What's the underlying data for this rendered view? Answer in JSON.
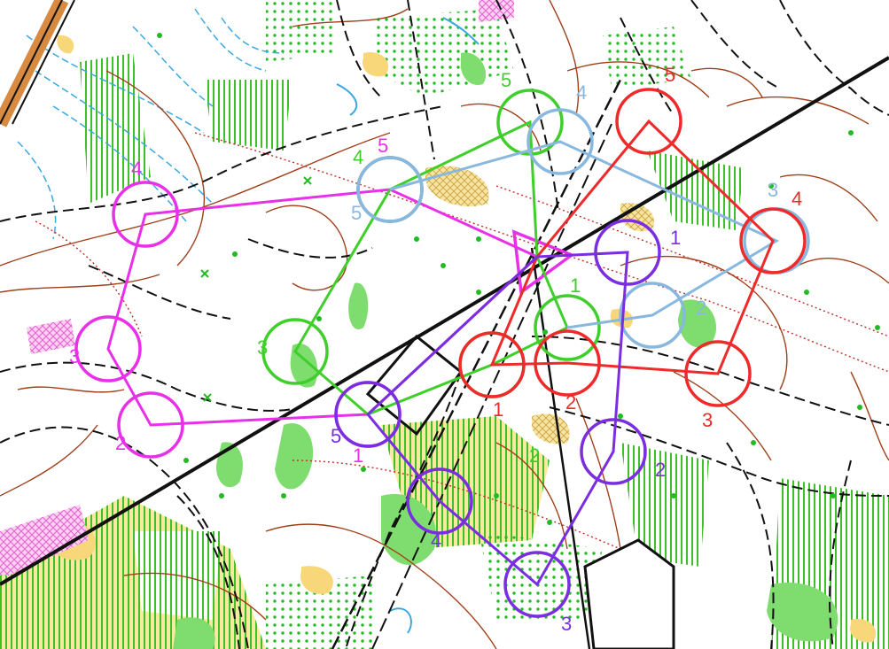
{
  "courses": [
    {
      "name": "",
      "color": "#e830e8",
      "controls": [
        {
          "label": "4"
        },
        {
          "label": "3"
        },
        {
          "label": "2"
        },
        {
          "label": "1"
        },
        {
          "label": "5"
        }
      ]
    },
    {
      "name": "",
      "color": "#3fcf2a",
      "controls": [
        {
          "label": "1"
        },
        {
          "label": "2"
        },
        {
          "label": "3"
        },
        {
          "label": "4"
        },
        {
          "label": "5"
        }
      ]
    },
    {
      "name": "",
      "color": "#88b8e0",
      "controls": [
        {
          "label": "2"
        },
        {
          "label": "3"
        },
        {
          "label": "4"
        },
        {
          "label": "5"
        }
      ]
    },
    {
      "name": "",
      "color": "#ee2a2a",
      "controls": [
        {
          "label": "1"
        },
        {
          "label": "2"
        },
        {
          "label": "3"
        },
        {
          "label": "4"
        },
        {
          "label": "5"
        }
      ]
    },
    {
      "name": "",
      "color": "#7a2ee0",
      "controls": [
        {
          "label": "1"
        },
        {
          "label": "2"
        },
        {
          "label": "3"
        },
        {
          "label": "4"
        },
        {
          "label": "5"
        }
      ]
    }
  ],
  "map_colors": {
    "green_vegetation": "#7fdc6e",
    "green_dots": "#22bb22",
    "yellow_open": "#f7d77a",
    "contours": "#a0401a",
    "water": "#3aa8e0",
    "paths": "#111111",
    "boundary_dotted": "#c0302a",
    "pink_area": "#f07ad8"
  }
}
